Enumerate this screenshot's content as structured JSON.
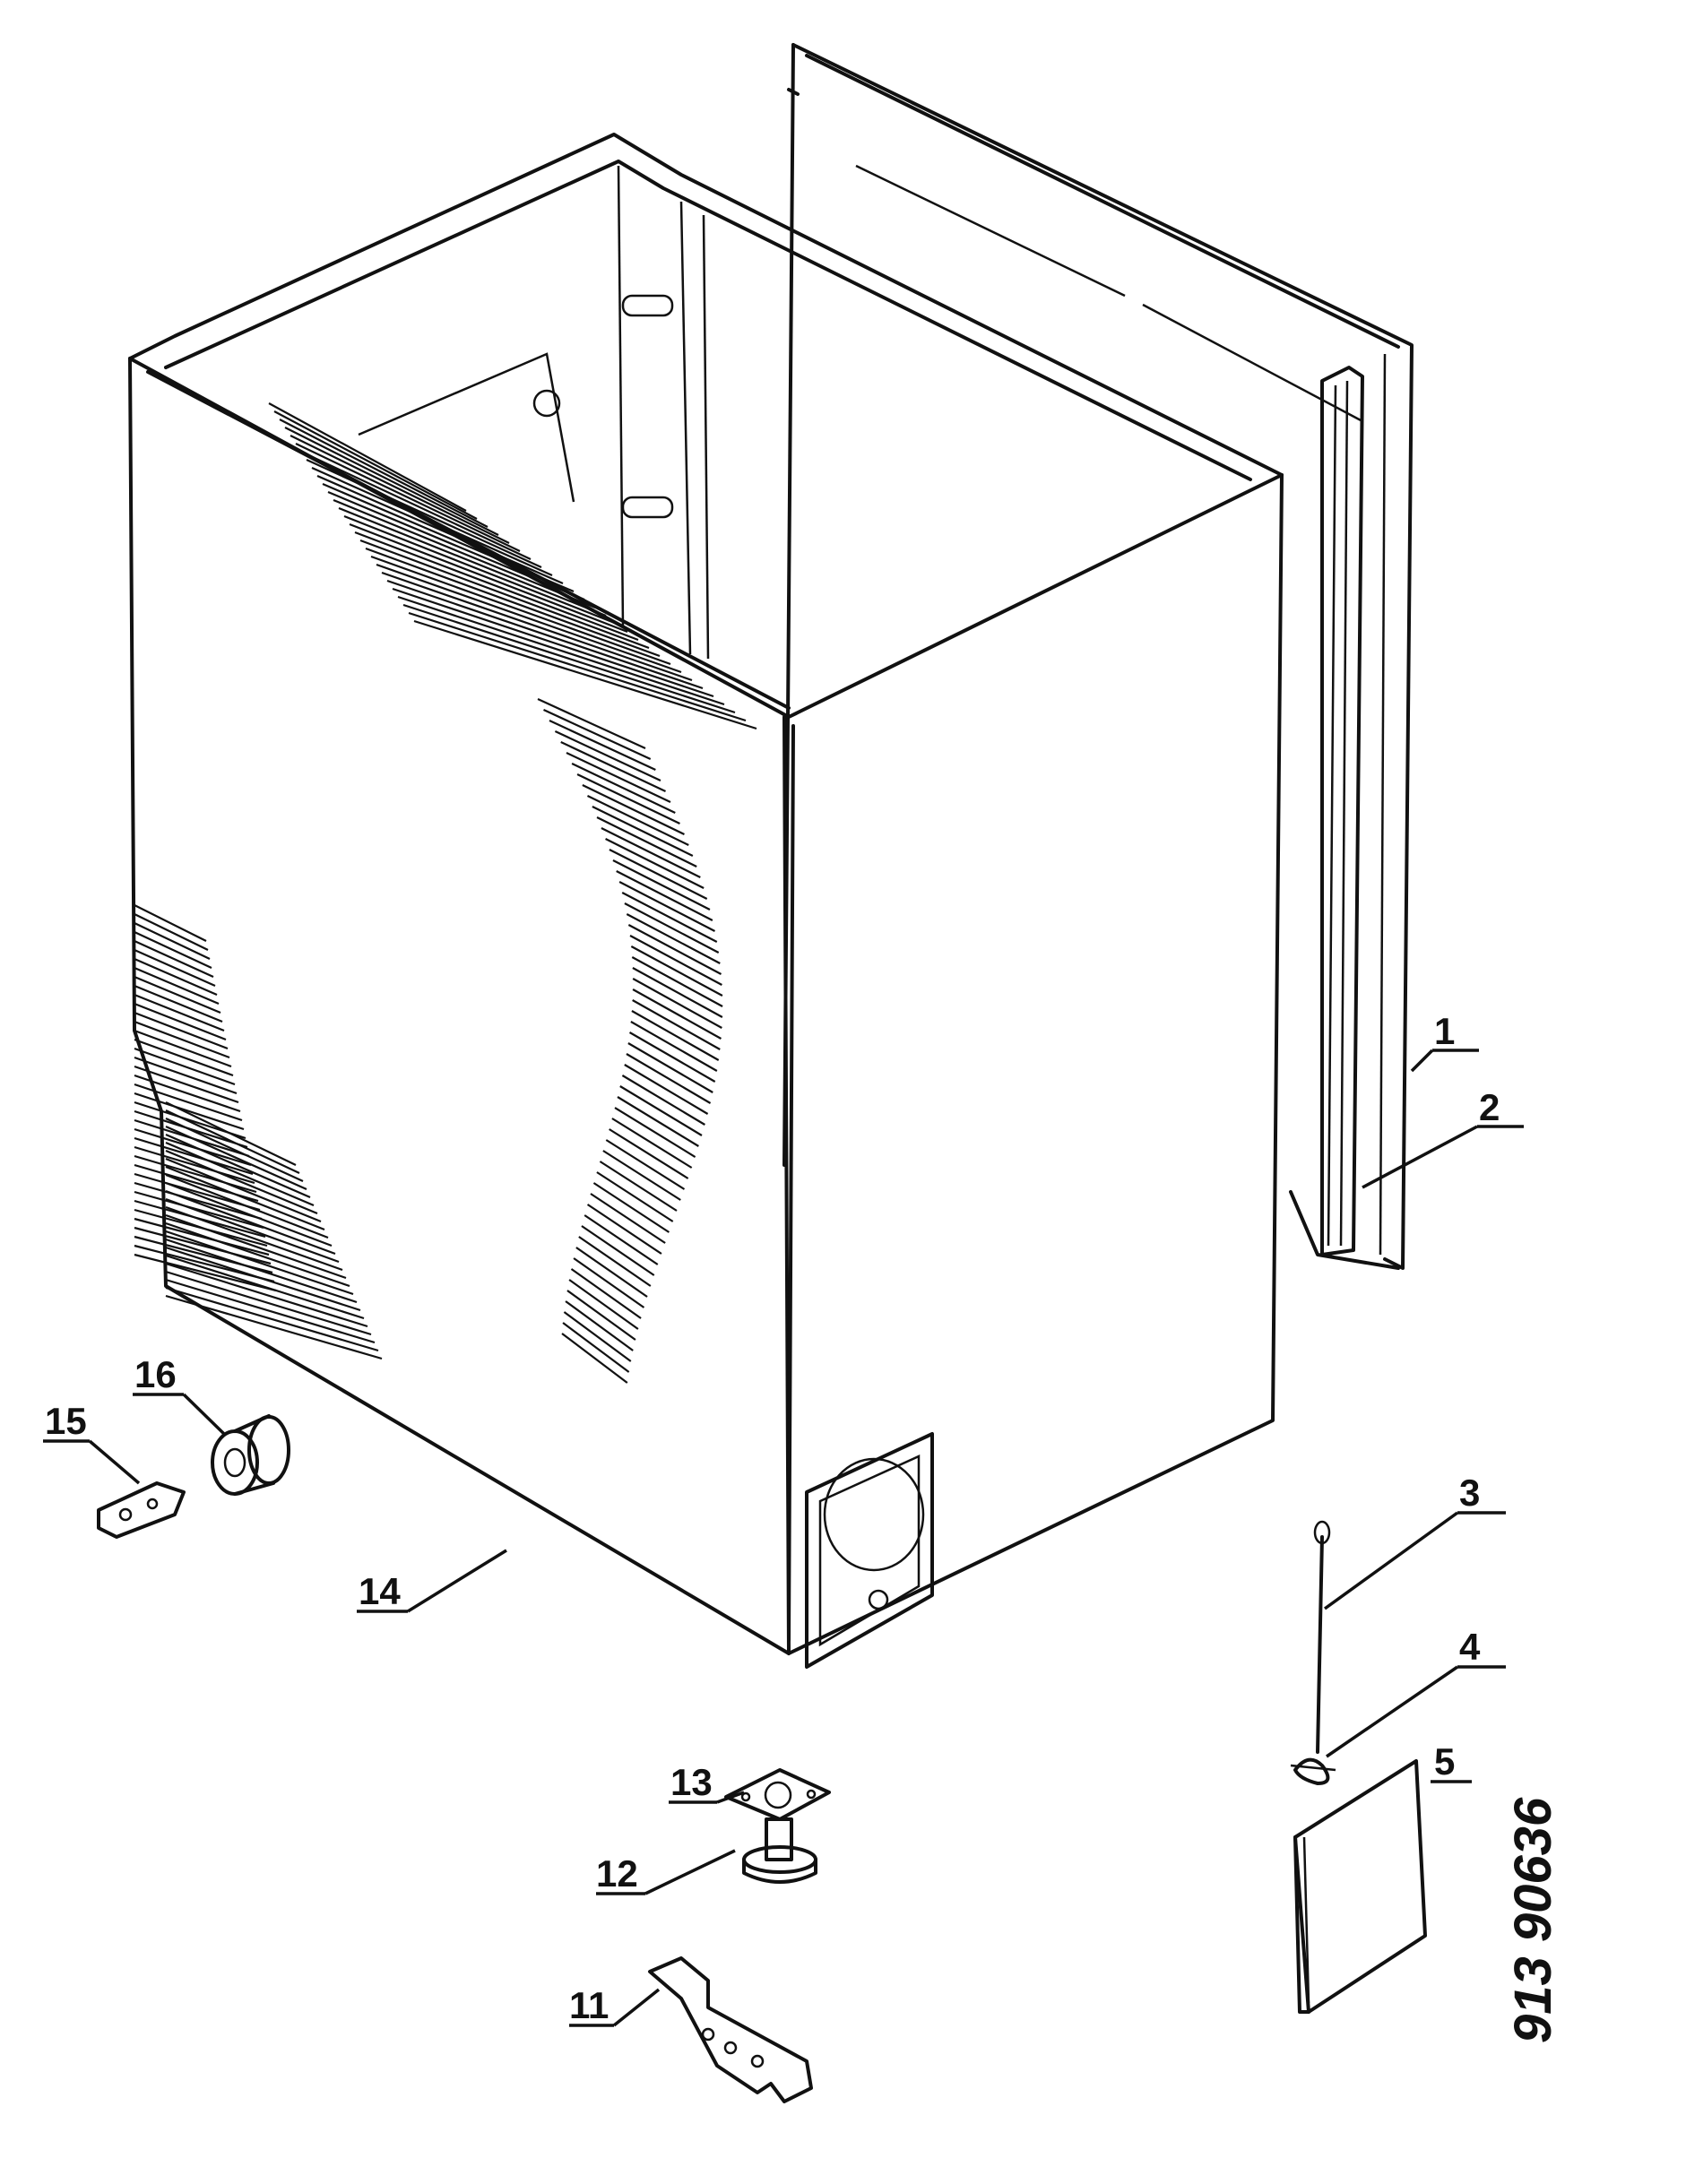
{
  "diagram": {
    "parts": [
      {
        "id": "1",
        "label": "1",
        "name": "door-panel"
      },
      {
        "id": "2",
        "label": "2",
        "name": "door-gasket"
      },
      {
        "id": "3",
        "label": "3",
        "name": "rod"
      },
      {
        "id": "4",
        "label": "4",
        "name": "clip"
      },
      {
        "id": "5",
        "label": "5",
        "name": "small-panel"
      },
      {
        "id": "11",
        "label": "11",
        "name": "bracket"
      },
      {
        "id": "12",
        "label": "12",
        "name": "adjustable-foot"
      },
      {
        "id": "13",
        "label": "13",
        "name": "foot-plate"
      },
      {
        "id": "14",
        "label": "14",
        "name": "cabinet"
      },
      {
        "id": "15",
        "label": "15",
        "name": "clip-small"
      },
      {
        "id": "16",
        "label": "16",
        "name": "bushing"
      }
    ],
    "catalog_number": "913 90636"
  }
}
